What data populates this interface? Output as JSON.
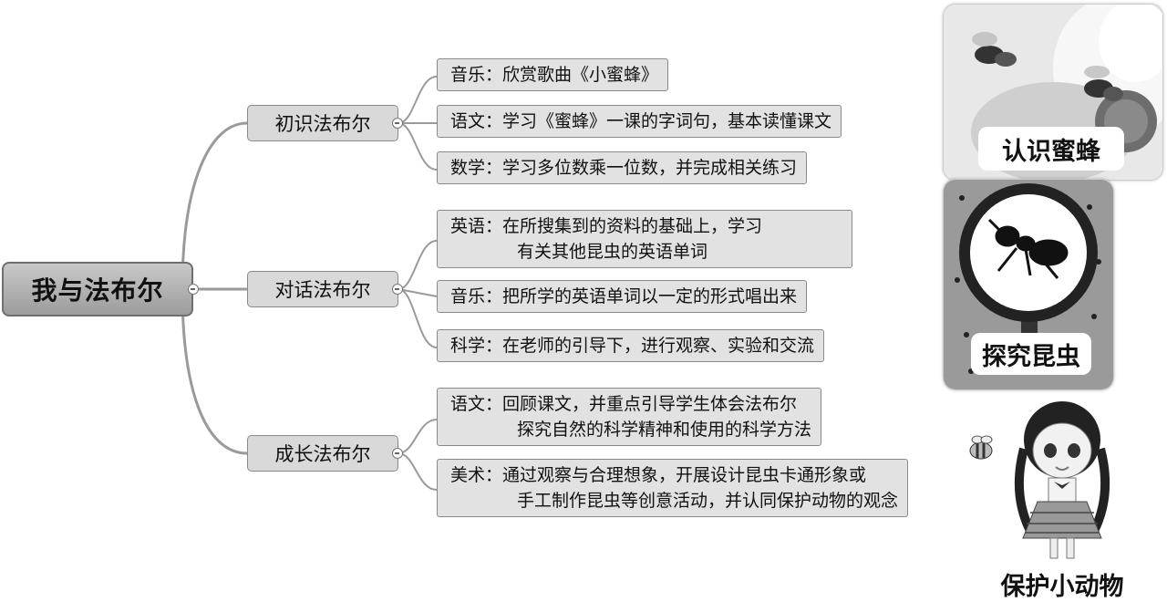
{
  "root": {
    "label": "我与法布尔"
  },
  "branches": [
    {
      "label": "初识法布尔",
      "leaves": [
        {
          "line1": "音乐：欣赏歌曲《小蜜蜂》"
        },
        {
          "line1": "语文：学习《蜜蜂》一课的字词句，基本读懂课文"
        },
        {
          "line1": "数学：学习多位数乘一位数，并完成相关练习"
        }
      ]
    },
    {
      "label": "对话法布尔",
      "leaves": [
        {
          "line1": "英语：在所搜集到的资料的基础上，学习",
          "line2": "有关其他昆虫的英语单词"
        },
        {
          "line1": "音乐：把所学的英语单词以一定的形式唱出来"
        },
        {
          "line1": "科学：在老师的引导下，进行观察、实验和交流"
        }
      ]
    },
    {
      "label": "成长法布尔",
      "leaves": [
        {
          "line1": "语文：回顾课文，并重点引导学生体会法布尔",
          "line2": "探究自然的科学精神和使用的科学方法"
        },
        {
          "line1": "美术：通过观察与合理想象，开展设计昆虫卡通形象或",
          "line2": "手工制作昆虫等创意活动，并认同保护动物的观念"
        }
      ]
    }
  ],
  "images": [
    {
      "label": "认识蜜蜂",
      "icon": "bee-photo"
    },
    {
      "label": "探究昆虫",
      "icon": "ant-magnifier"
    },
    {
      "label": "保护小动物",
      "icon": "cartoon-girl"
    }
  ]
}
